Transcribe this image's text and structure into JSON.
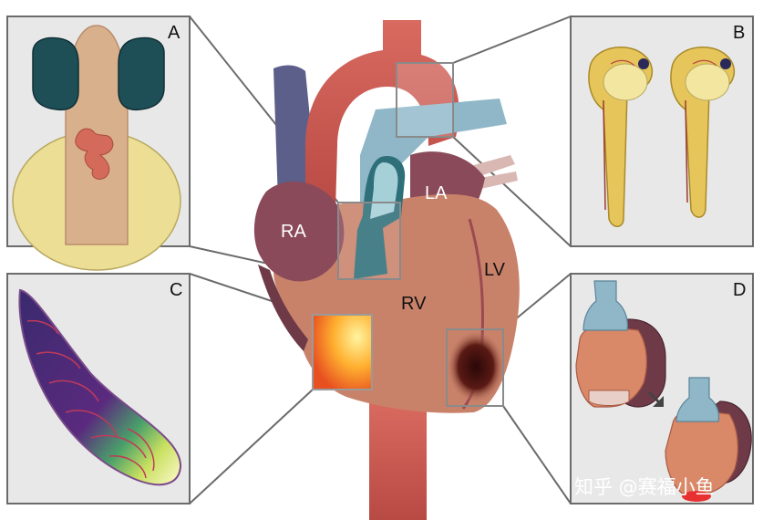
{
  "panels": {
    "a": {
      "letter": "A"
    },
    "b": {
      "letter": "B"
    },
    "c": {
      "letter": "C"
    },
    "d": {
      "letter": "D"
    }
  },
  "heart_labels": {
    "ra": "RA",
    "la": "LA",
    "lv": "LV",
    "rv": "RV"
  },
  "watermark": "知乎 @赛福小鱼",
  "colors": {
    "panel_bg": "#e8e8e8",
    "panel_border": "#6b6b6b",
    "heart_ventricle": "#c9826a",
    "atrium": "#8a4a5a",
    "aorta": "#c9564e",
    "pulmonary": "#8fb7c8",
    "vena_cava": "#5b5f8a"
  }
}
